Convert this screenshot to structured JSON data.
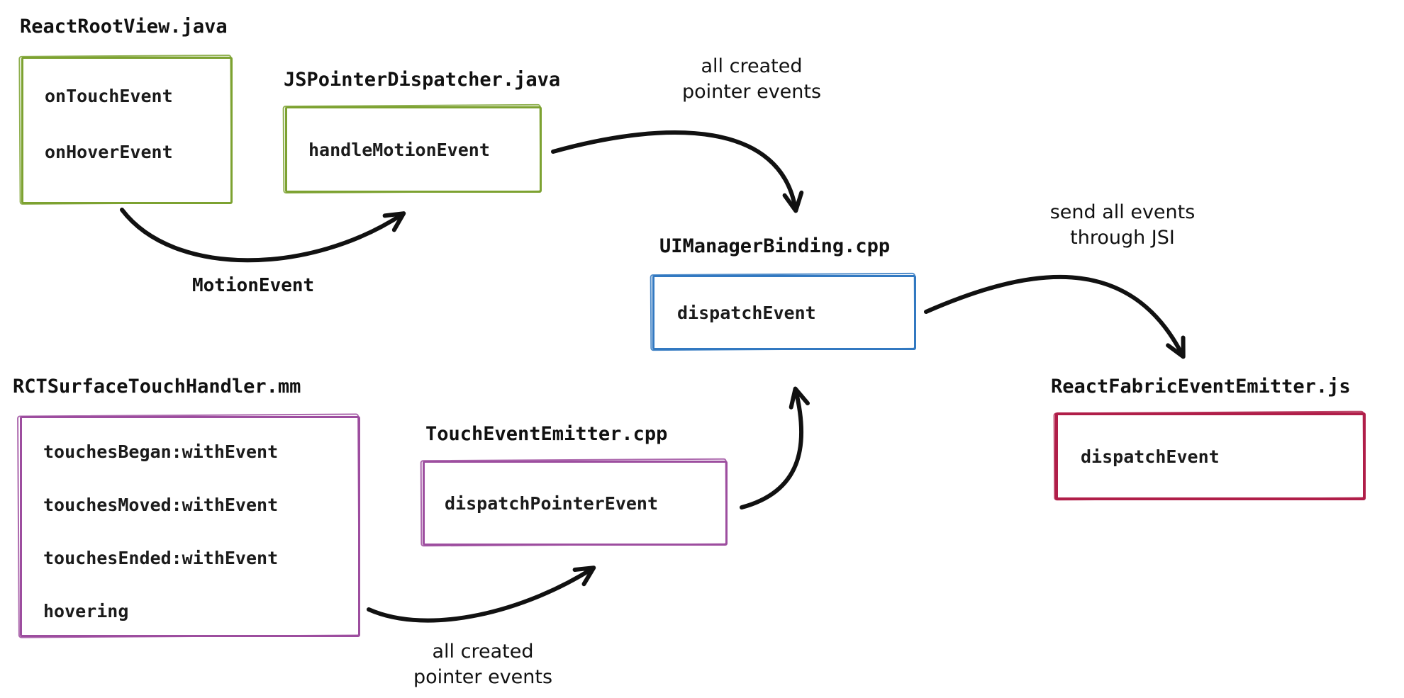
{
  "diagram": {
    "background": "#ffffff",
    "arrow_color": "#111111",
    "text_color": "#1b1b1b",
    "nodes": [
      {
        "file": "ReactRootView.java",
        "color": "#7da231",
        "methods": [
          "onTouchEvent",
          "onHoverEvent"
        ]
      },
      {
        "file": "JSPointerDispatcher.java",
        "color": "#7da231",
        "methods": [
          "handleMotionEvent"
        ]
      },
      {
        "file": "UIManagerBinding.cpp",
        "color": "#3379c1",
        "methods": [
          "dispatchEvent"
        ]
      },
      {
        "file": "ReactFabricEventEmitter.js",
        "color": "#b01e49",
        "methods": [
          "dispatchEvent"
        ]
      },
      {
        "file": "RCTSurfaceTouchHandler.mm",
        "color": "#9d4e9f",
        "methods": [
          "touchesBegan:withEvent",
          "touchesMoved:withEvent",
          "touchesEnded:withEvent",
          "hovering"
        ]
      },
      {
        "file": "TouchEventEmitter.cpp",
        "color": "#9d4e9f",
        "methods": [
          "dispatchPointerEvent"
        ]
      }
    ],
    "edges": [
      {
        "from": "ReactRootView.java",
        "to": "JSPointerDispatcher.java",
        "label": "MotionEvent"
      },
      {
        "from": "JSPointerDispatcher.java",
        "to": "UIManagerBinding.cpp",
        "label": "all created\npointer events"
      },
      {
        "from": "UIManagerBinding.cpp",
        "to": "ReactFabricEventEmitter.js",
        "label": "send all events\nthrough JSI"
      },
      {
        "from": "RCTSurfaceTouchHandler.mm",
        "to": "TouchEventEmitter.cpp",
        "label": "all created\npointer events"
      },
      {
        "from": "TouchEventEmitter.cpp",
        "to": "UIManagerBinding.cpp",
        "label": ""
      }
    ]
  }
}
